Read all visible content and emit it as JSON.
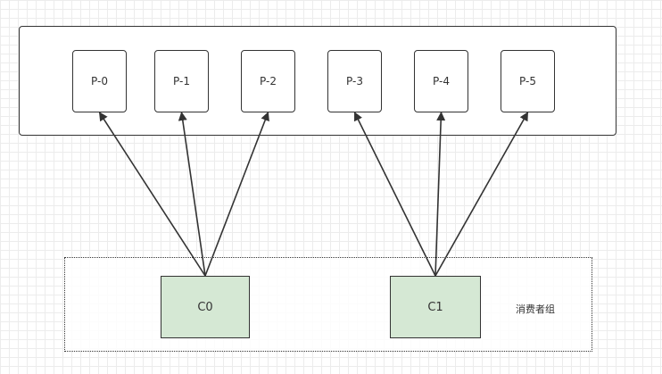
{
  "partitions": [
    {
      "id": "p0",
      "label": "P-0"
    },
    {
      "id": "p1",
      "label": "P-1"
    },
    {
      "id": "p2",
      "label": "P-2"
    },
    {
      "id": "p3",
      "label": "P-3"
    },
    {
      "id": "p4",
      "label": "P-4"
    },
    {
      "id": "p5",
      "label": "P-5"
    }
  ],
  "consumers": [
    {
      "id": "c0",
      "label": "C0"
    },
    {
      "id": "c1",
      "label": "C1"
    }
  ],
  "consumer_group": {
    "label": "消费者组"
  },
  "edges": [
    {
      "from": "c0",
      "to": "p0"
    },
    {
      "from": "c0",
      "to": "p1"
    },
    {
      "from": "c0",
      "to": "p2"
    },
    {
      "from": "c1",
      "to": "p3"
    },
    {
      "from": "c1",
      "to": "p4"
    },
    {
      "from": "c1",
      "to": "p5"
    }
  ],
  "colors": {
    "consumer_fill": "#d5e8d4",
    "stroke": "#333333",
    "grid": "#ececec"
  }
}
